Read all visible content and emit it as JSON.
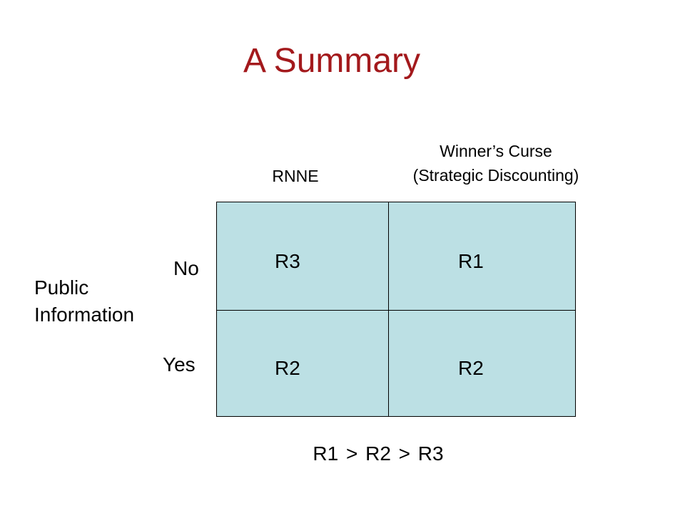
{
  "slide": {
    "title": "A Summary",
    "columns": {
      "col1": "RNNE",
      "col2_line1": "Winner’s Curse",
      "col2_line2": "(Strategic Discounting)"
    },
    "row_axis": {
      "line1": "Public",
      "line2": "Information"
    },
    "rows": {
      "row1": "No",
      "row2": "Yes"
    },
    "cells": {
      "no_rnne": "R3",
      "no_wc": "R1",
      "yes_rnne": "R2",
      "yes_wc": "R2"
    },
    "ranking": "R1 > R2 > R3",
    "colors": {
      "title": "#a3191c",
      "cell_fill": "#bce0e4"
    }
  }
}
